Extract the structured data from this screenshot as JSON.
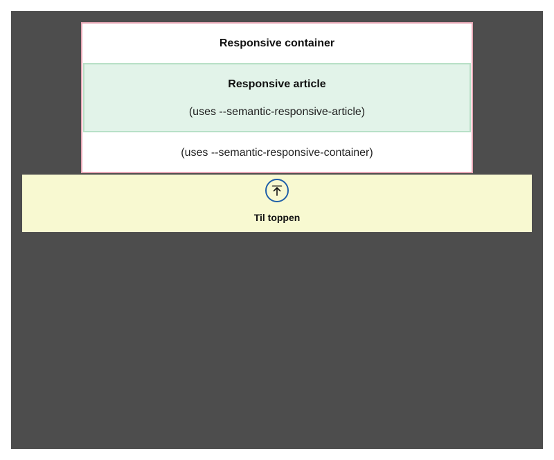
{
  "container": {
    "title": "Responsive container",
    "note": "(uses --semantic-responsive-container)"
  },
  "article": {
    "title": "Responsive article",
    "note": "(uses --semantic-responsive-article)"
  },
  "footer": {
    "to_top_label": "Til toppen",
    "to_top_icon": "arrow-up-to-line-icon"
  },
  "colors": {
    "canvas": "#4d4d4d",
    "container_bg": "#ffffff",
    "container_border": "#e7a7b5",
    "article_bg": "#e2f3e9",
    "article_border": "#b8e0c7",
    "footer_bg": "#f8f9d1",
    "icon_ring": "#1f5fa8"
  }
}
